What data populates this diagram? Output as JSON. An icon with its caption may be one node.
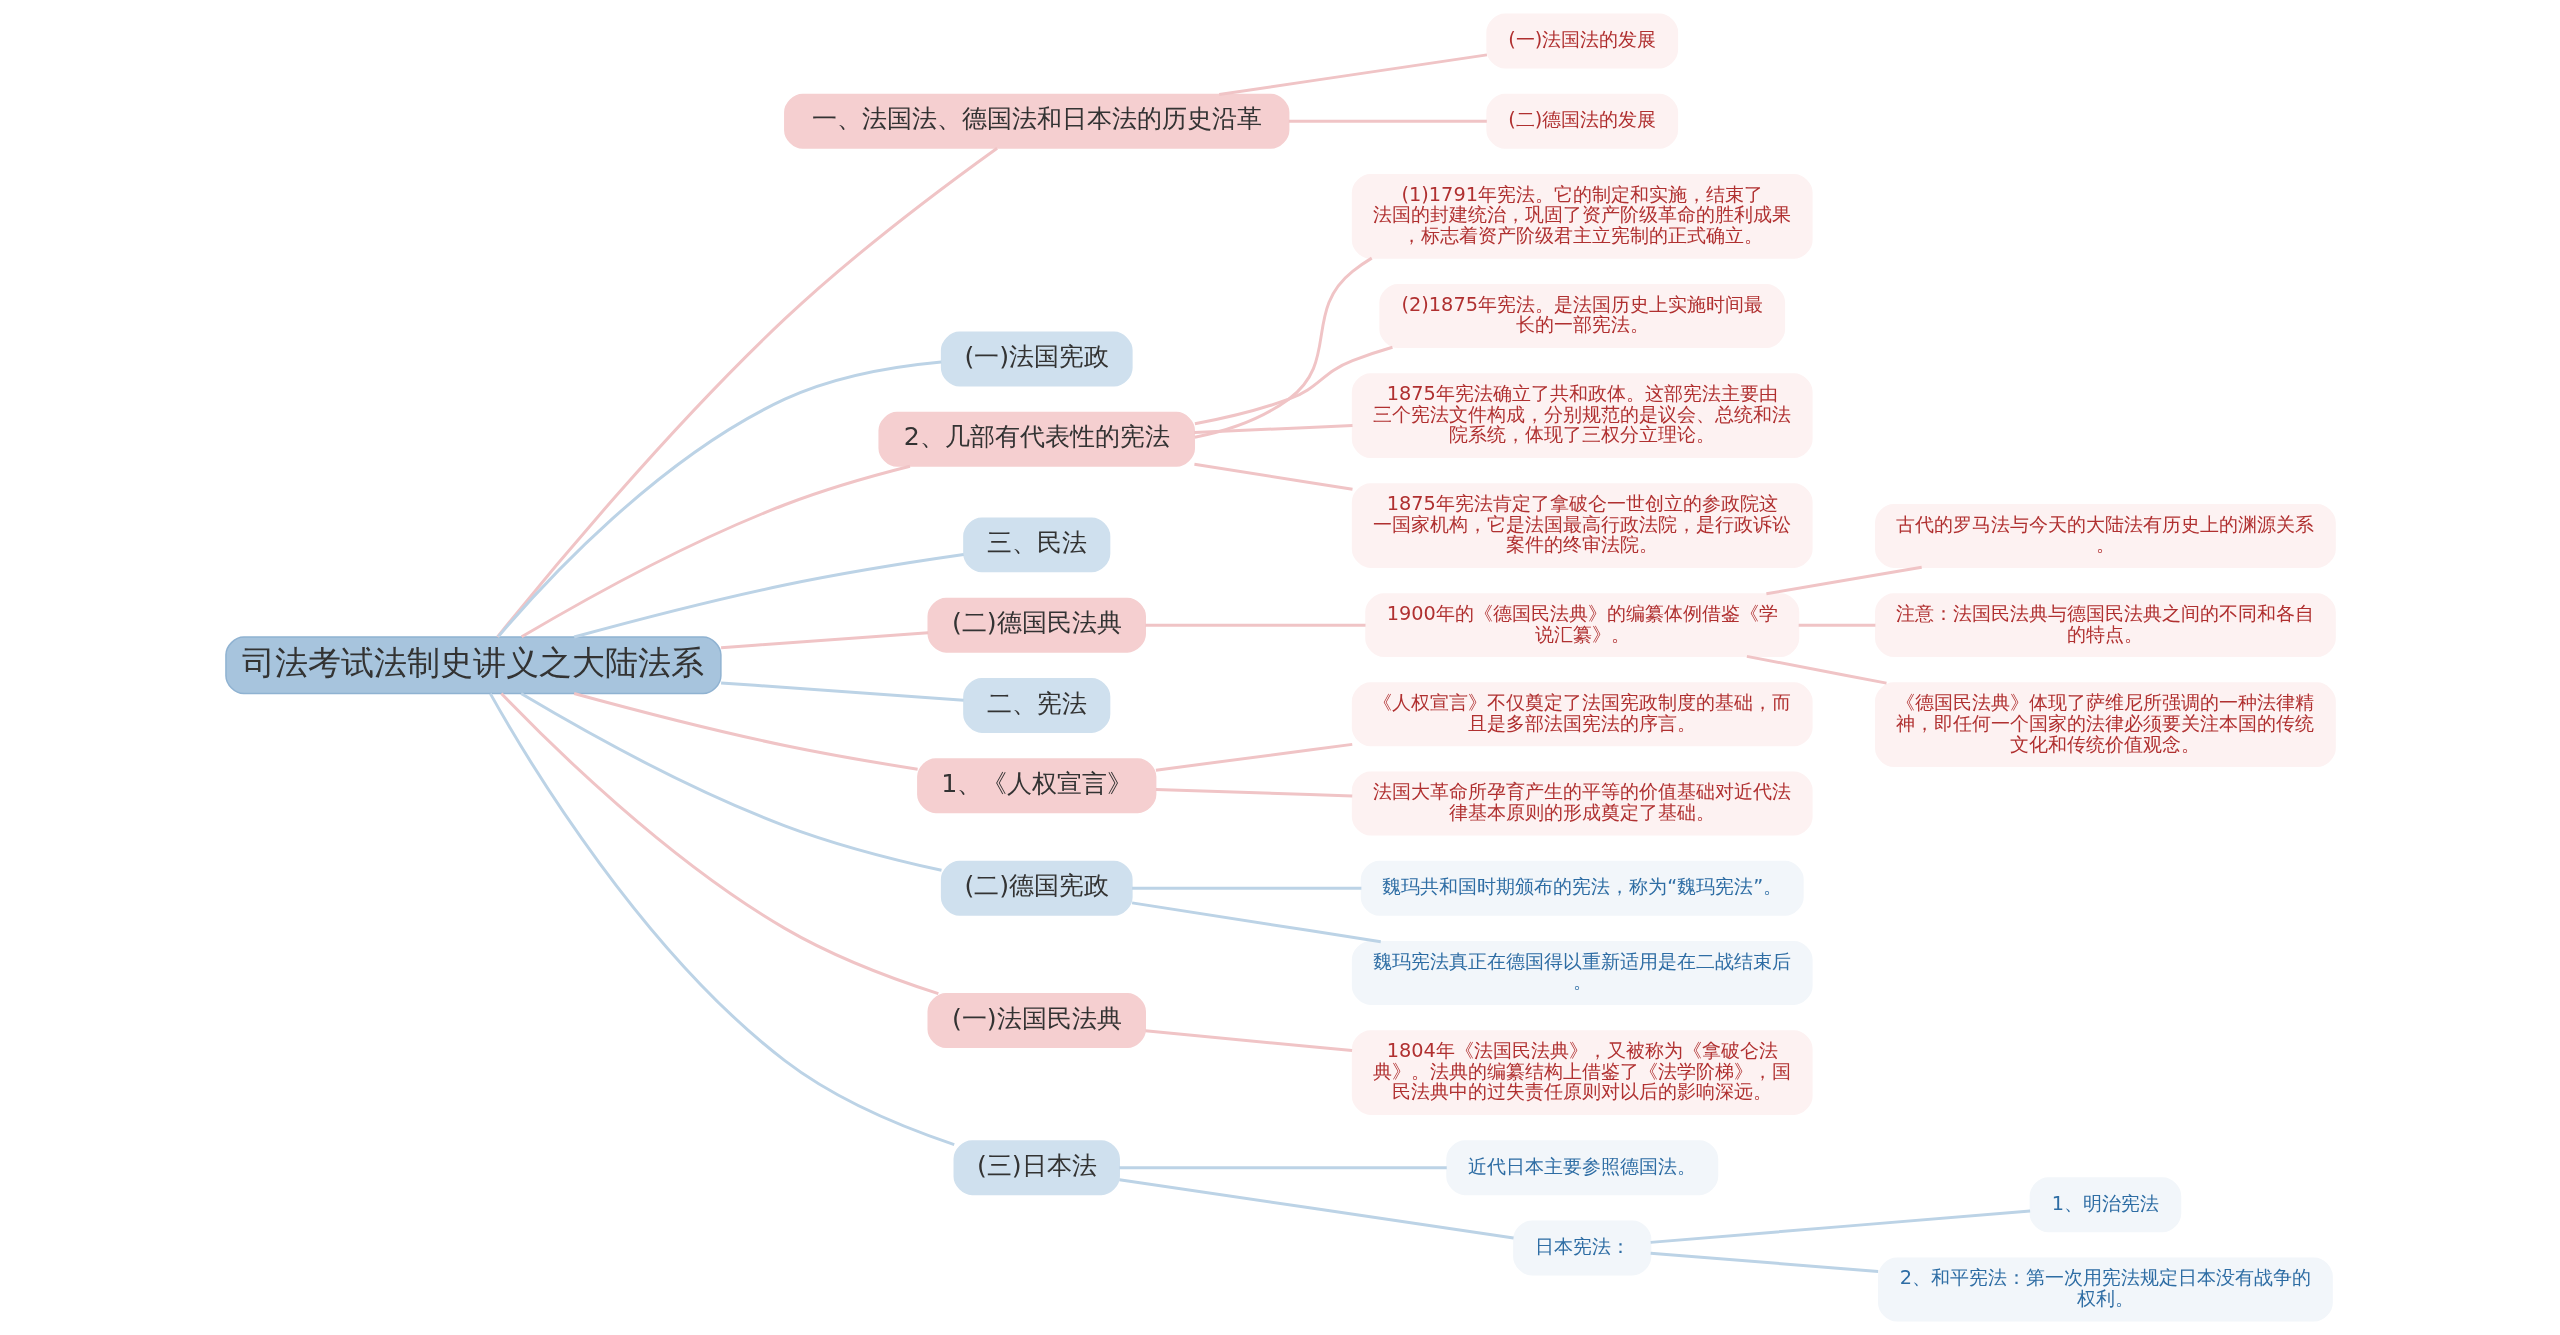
{
  "diagram": {
    "nodes": [
      {
        "text": [
          "司法考试法制史讲义之大陆法系"
        ]
      },
      {
        "text": [
          "一、法国法、德国法和日本法的历史沿革"
        ]
      },
      {
        "text": [
          "(一)法国法的发展"
        ]
      },
      {
        "text": [
          "(二)德国法的发展"
        ]
      },
      {
        "text": [
          "(一)法国宪政"
        ]
      },
      {
        "text": [
          "2、几部有代表性的宪法"
        ]
      },
      {
        "text": [
          "(1)1791年宪法。它的制定和实施，结束了法国的封建统治，巩固了资产阶级革命的胜利成果，标志着资产阶级君主立宪制的正式确立。"
        ]
      },
      {
        "text": [
          "(2)1875年宪法。是法国历史上实施时间最长的一部宪法。"
        ]
      },
      {
        "text": [
          "1875年宪法确立了共和政体。这部宪法主要由三个宪法文件构成，分别规范的是议会、总统和法院系统，体现了三权分立理论。"
        ]
      },
      {
        "text": [
          "1875年宪法肯定了拿破仑一世创立的参政院这一国家机构，它是法国最高行政法院，是行政诉讼案件的终审法院。"
        ]
      },
      {
        "text": [
          "三、民法"
        ]
      },
      {
        "text": [
          "(二)德国民法典"
        ]
      },
      {
        "text": [
          "1900年的《德国民法典》的编纂体例借鉴《学说汇纂》。"
        ]
      },
      {
        "text": [
          "古代的罗马法与今天的大陆法有历史上的渊源关系。"
        ]
      },
      {
        "text": [
          "注意：法国民法典与德国民法典之间的不同和各自的特点。"
        ]
      },
      {
        "text": [
          "《德国民法典》体现了萨维尼所强调的一种法律精神，即任何一个国家的法律必须要关注本国的传统文化和传统价值观念。"
        ]
      },
      {
        "text": [
          "二、宪法"
        ]
      },
      {
        "text": [
          "1、《人权宣言》"
        ]
      },
      {
        "text": [
          "《人权宣言》不仅奠定了法国宪政制度的基础，而且是多部法国宪法的序言。"
        ]
      },
      {
        "text": [
          "法国大革命所孕育产生的平等的价值基础对近代法律基本原则的形成奠定了基础。"
        ]
      },
      {
        "text": [
          "(二)德国宪政"
        ]
      },
      {
        "text": [
          "魏玛共和国时期颁布的宪法，称为“魏玛宪法”。"
        ]
      },
      {
        "text": [
          "魏玛宪法真正在德国得以重新适用是在二战结束后。"
        ]
      },
      {
        "text": [
          "(一)法国民法典"
        ]
      },
      {
        "text": [
          "1804年《法国民法典》，又被称为《拿破仑法典》。法典的编纂结构上借鉴了《法学阶梯》，国民法典中的过失责任原则对以后的影响深远。"
        ]
      },
      {
        "text": [
          "(三)日本法"
        ]
      },
      {
        "text": [
          "近代日本主要参照德国法。"
        ]
      },
      {
        "text": [
          "日本宪法："
        ]
      },
      {
        "text": [
          "1、明治宪法"
        ]
      },
      {
        "text": [
          "2、和平宪法：第一次用宪法规定日本没有战争的权利。"
        ]
      }
    ],
    "edges": [
      {
        "from": 0,
        "to": 1,
        "arrow": "none"
      },
      {
        "from": 1,
        "to": 2,
        "arrow": "none"
      },
      {
        "from": 1,
        "to": 3,
        "arrow": "none"
      },
      {
        "from": 0,
        "to": 4,
        "arrow": "none",
        "color": "#bcd3e6"
      },
      {
        "from": 0,
        "to": 5,
        "arrow": "none"
      },
      {
        "from": 5,
        "to": 6,
        "arrow": "none"
      },
      {
        "from": 5,
        "to": 7,
        "arrow": "none"
      },
      {
        "from": 5,
        "to": 8,
        "arrow": "none"
      },
      {
        "from": 5,
        "to": 9,
        "arrow": "none"
      },
      {
        "from": 0,
        "to": 10,
        "arrow": "none",
        "color": "#bcd3e6"
      },
      {
        "from": 0,
        "to": 11,
        "arrow": "none"
      },
      {
        "from": 11,
        "to": 12,
        "arrow": "none"
      },
      {
        "from": 12,
        "to": 13,
        "arrow": "none"
      },
      {
        "from": 12,
        "to": 14,
        "arrow": "none"
      },
      {
        "from": 12,
        "to": 15,
        "arrow": "none"
      },
      {
        "from": 0,
        "to": 16,
        "arrow": "none",
        "color": "#bcd3e6"
      },
      {
        "from": 0,
        "to": 17,
        "arrow": "none"
      },
      {
        "from": 17,
        "to": 18,
        "arrow": "none"
      },
      {
        "from": 17,
        "to": 19,
        "arrow": "none"
      },
      {
        "from": 0,
        "to": 20,
        "arrow": "none",
        "color": "#bcd3e6"
      },
      {
        "from": 20,
        "to": 21,
        "arrow": "none",
        "color": "#bcd3e6"
      },
      {
        "from": 20,
        "to": 22,
        "arrow": "none",
        "color": "#bcd3e6"
      },
      {
        "from": 0,
        "to": 23,
        "arrow": "none"
      },
      {
        "from": 23,
        "to": 24,
        "arrow": "none"
      },
      {
        "from": 0,
        "to": 25,
        "arrow": "none",
        "color": "#bcd3e6"
      },
      {
        "from": 25,
        "to": 26,
        "arrow": "none",
        "color": "#bcd3e6"
      },
      {
        "from": 25,
        "to": 27,
        "arrow": "none",
        "color": "#bcd3e6"
      },
      {
        "from": 27,
        "to": 28,
        "arrow": "none",
        "color": "#bcd3e6"
      },
      {
        "from": 27,
        "to": 29,
        "arrow": "none",
        "color": "#bcd3e6"
      }
    ]
  }
}
